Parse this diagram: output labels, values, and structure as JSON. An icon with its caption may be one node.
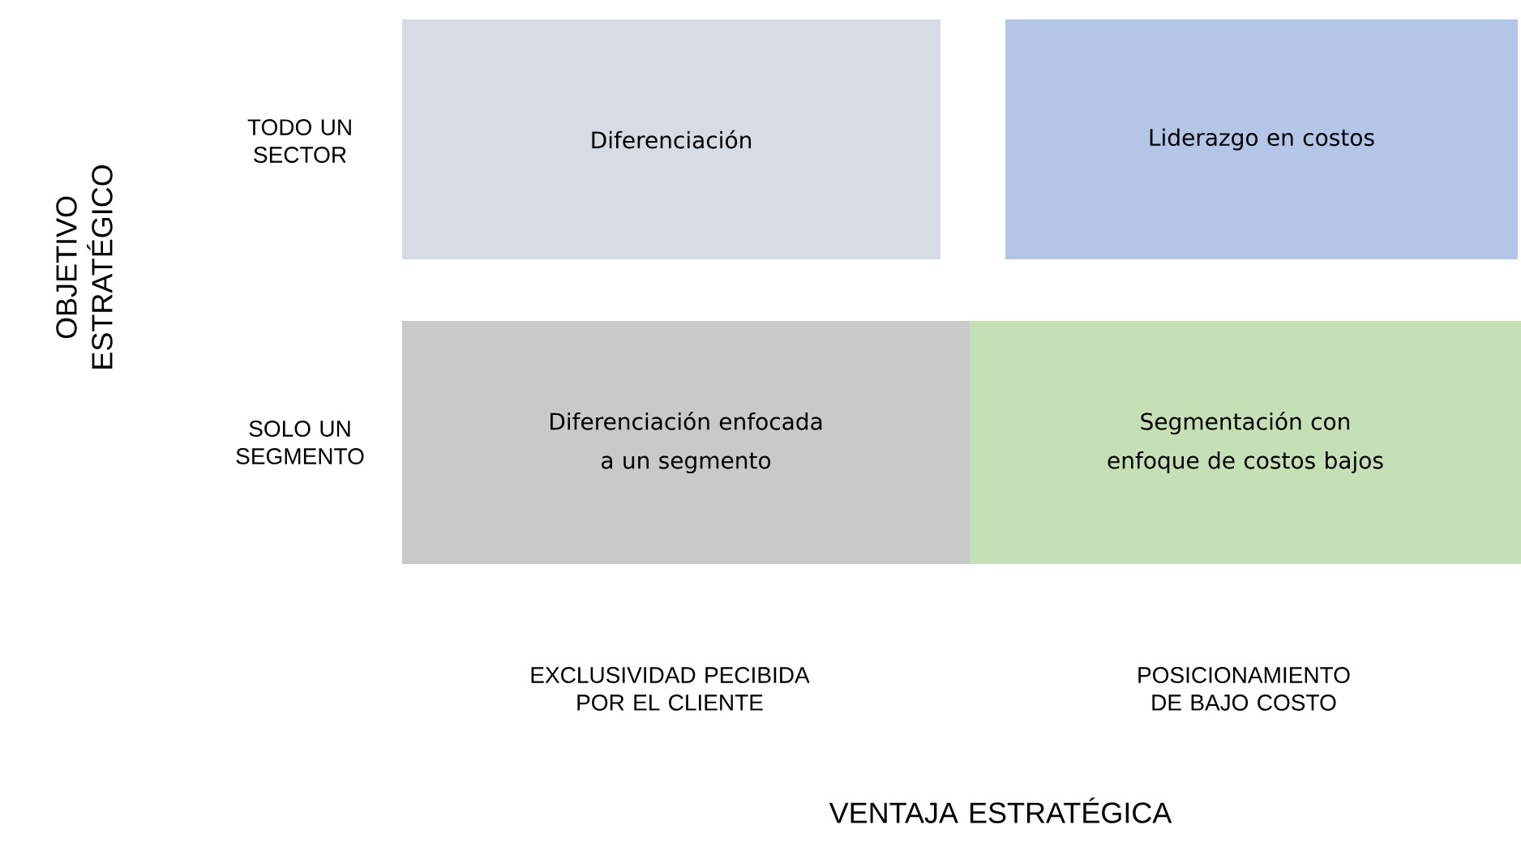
{
  "diagram": {
    "nodes": [
      {
        "text": [
          "Diferenciación"
        ]
      },
      {
        "text": [
          "Liderazgo en costos"
        ]
      },
      {
        "text": [
          "Diferenciación enfocada a un segmento"
        ]
      },
      {
        "text": [
          "Segmentación con enfoque de costos bajos"
        ]
      }
    ],
    "labels": [
      "OBJETIVO ESTRATÉGICO",
      "TODO UN SECTOR",
      "SOLO UN SEGMENTO",
      "EXCLUSIVIDAD PECIBIDA POR EL CLIENTE",
      "POSICIONAMIENTO DE BAJO COSTO",
      "VENTAJA ESTRATÉGICA"
    ]
  }
}
